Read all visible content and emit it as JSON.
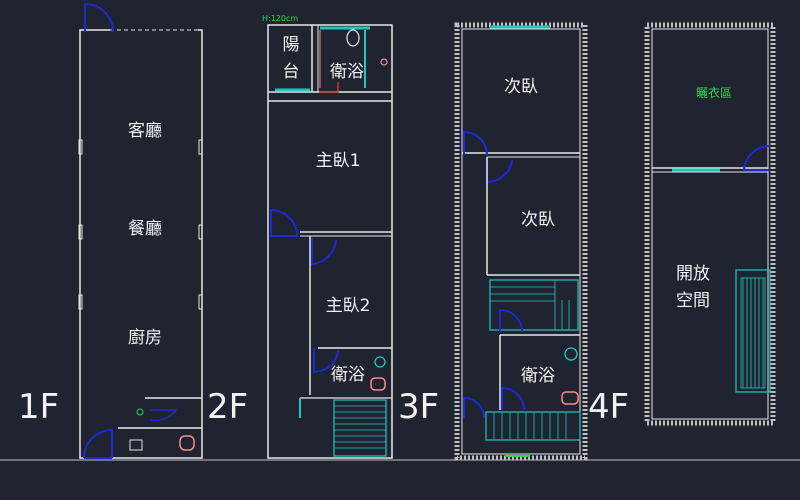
{
  "colors": {
    "background": "#1f2430",
    "wall": "#e6e6e6",
    "door": "#1c2ad6",
    "window": "#22c4c4",
    "fixture": "#ff8a8a",
    "annotation": "#36d34a",
    "hatch": "#bfbfbf"
  },
  "floors": [
    {
      "label": "1F",
      "rooms": [
        "客廳",
        "餐廳",
        "廚房"
      ]
    },
    {
      "label": "2F",
      "rooms": [
        "陽",
        "台",
        "衛浴",
        "主臥1",
        "主臥2",
        "衛浴"
      ],
      "note": "H:120cm"
    },
    {
      "label": "3F",
      "rooms": [
        "次臥",
        "次臥",
        "衛浴"
      ]
    },
    {
      "label": "4F",
      "rooms": [
        "曬衣區",
        "開放",
        "空間"
      ]
    }
  ],
  "icons": [
    "door-swing-icon",
    "toilet-icon",
    "sink-icon",
    "staircase-icon",
    "window-icon"
  ]
}
